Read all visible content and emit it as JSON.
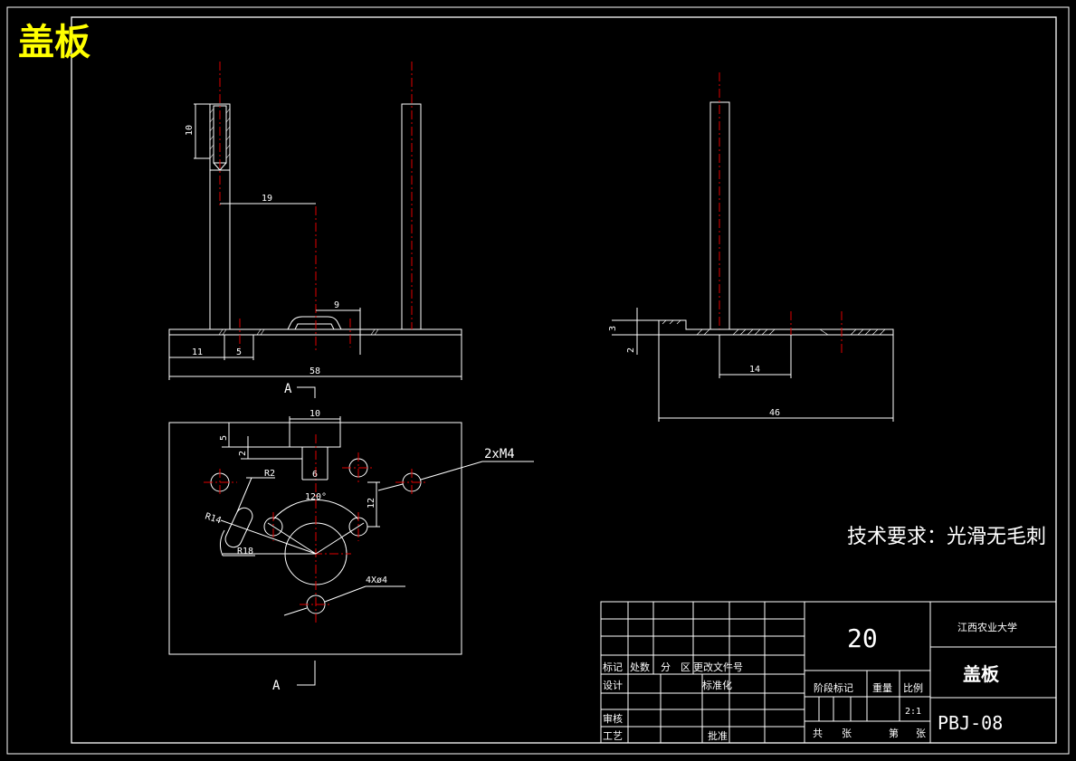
{
  "drawing": {
    "title": "盖板",
    "tech_requirement": "技术要求：光滑无毛刺",
    "section_label_top": "A",
    "section_label_bottom": "A",
    "colors": {
      "background": "#000000",
      "lines": "#ffffff",
      "centerlines": "#e00000",
      "title": "#ffff00"
    }
  },
  "dimensions": {
    "front": {
      "d10": "10",
      "d19": "19",
      "d9": "9",
      "d11": "11",
      "d5": "5",
      "d58": "58"
    },
    "side": {
      "d3": "3",
      "d2": "2",
      "d14": "14",
      "d46": "46"
    },
    "top": {
      "d10": "10",
      "d5": "5",
      "d2": "2",
      "d6": "6",
      "d12": "12",
      "r2": "R2",
      "r14": "R14",
      "r18": "R18",
      "angle": "120°",
      "thread": "2xM4",
      "holes": "4Xø4"
    }
  },
  "title_block": {
    "quantity": "20",
    "school": "江西农业大学",
    "part_name": "盖板",
    "drawing_no": "PBJ-08",
    "scale": "2:1",
    "labels": {
      "mark": "标记",
      "count": "处数",
      "zone": "分",
      "zone2": "区",
      "doc_no": "更改文件号",
      "design": "设计",
      "standard": "标准化",
      "stage": "阶段标记",
      "weight": "重量",
      "ratio": "比例",
      "check": "审核",
      "process": "工艺",
      "approve": "批准",
      "total": "共",
      "sheets": "张",
      "page": "第",
      "page_unit": "张"
    }
  }
}
